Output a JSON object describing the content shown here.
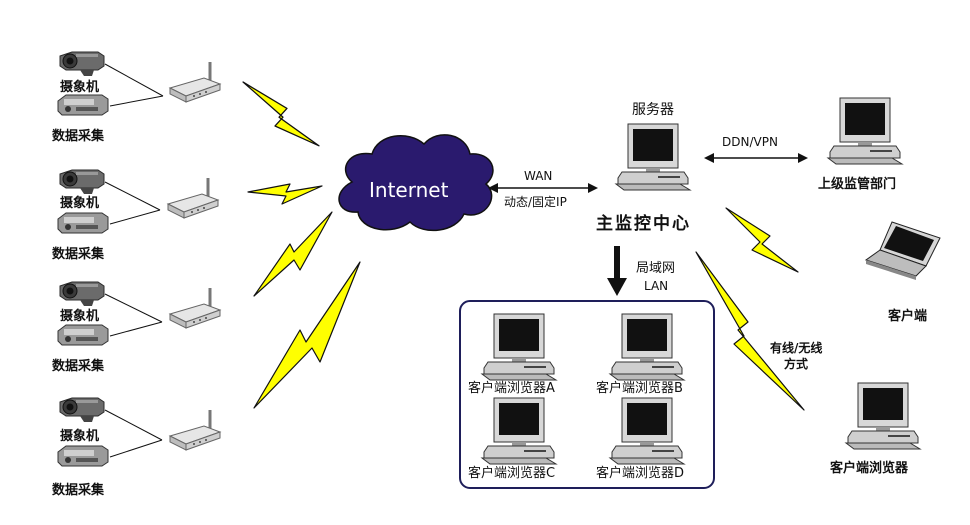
{
  "cameras": {
    "camera_label": "摄象机",
    "collector_label": "数据采集"
  },
  "internet": {
    "label": "Internet"
  },
  "wan": {
    "label": "WAN",
    "sub_label": "动态/固定IP"
  },
  "server": {
    "label": "服务器",
    "center_label": "主监控中心"
  },
  "ddn": {
    "label": "DDN/VPN"
  },
  "superior": {
    "label": "上级监管部门"
  },
  "lan": {
    "label": "局域网",
    "sub_label": "LAN"
  },
  "clients": {
    "a": "客户端浏览器A",
    "b": "客户端浏览器B",
    "c": "客户端浏览器C",
    "d": "客户端浏览器D"
  },
  "laptop": {
    "label": "客户端"
  },
  "wireless": {
    "line1": "有线/无线",
    "line2": "方式"
  },
  "remote_client": {
    "label": "客户端浏览器"
  },
  "colors": {
    "cloud": "#2a1a6e",
    "bolt": "#ffff00",
    "lan_border": "#1e1e5a"
  }
}
